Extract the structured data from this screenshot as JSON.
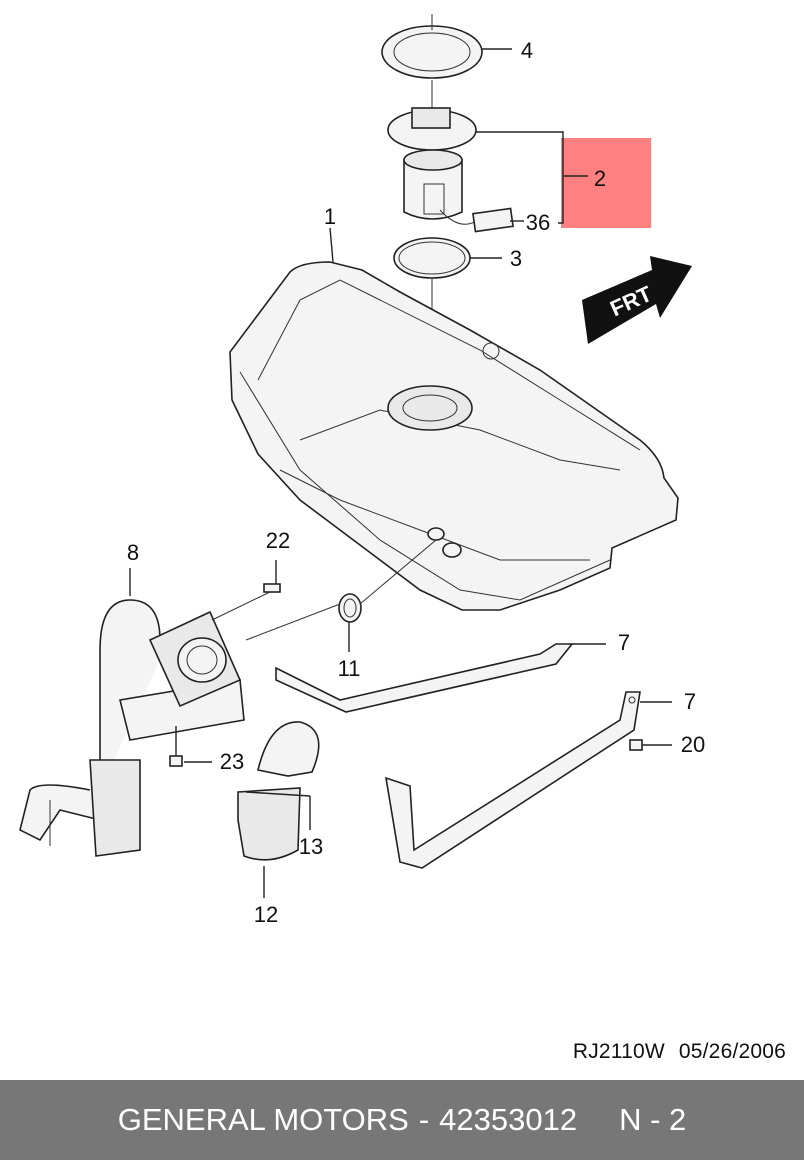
{
  "callouts": {
    "p1": "1",
    "p2": "2",
    "p3": "3",
    "p4": "4",
    "p7a": "7",
    "p7b": "7",
    "p8": "8",
    "p11": "11",
    "p12": "12",
    "p13": "13",
    "p20": "20",
    "p22": "22",
    "p23": "23",
    "p36": "36"
  },
  "direction_arrow": "FRT",
  "highlight_color": "#ff8080",
  "reference": {
    "code": "RJ2110W",
    "date": "05/26/2006"
  },
  "footer": {
    "brand": "GENERAL MOTORS",
    "separator": "-",
    "part_number": "42353012",
    "page": "N - 2"
  }
}
